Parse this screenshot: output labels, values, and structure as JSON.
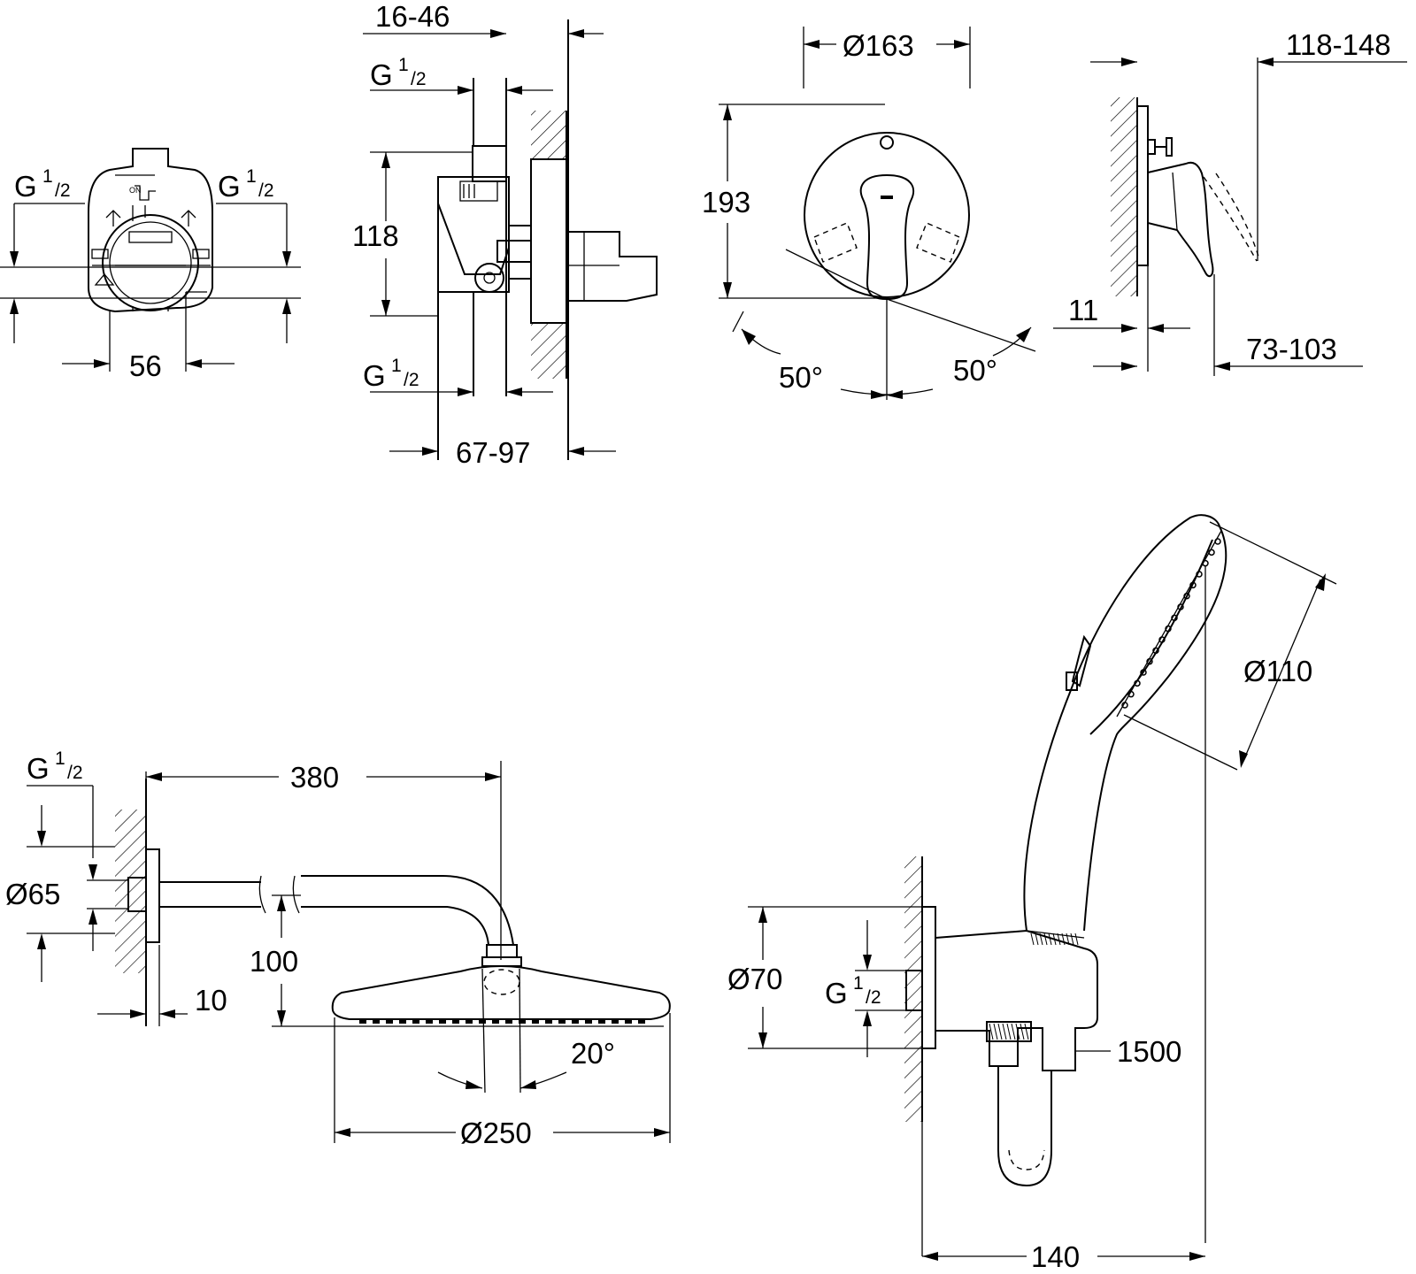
{
  "thread": {
    "g": "G",
    "one": "1",
    "slash_two": "/2"
  },
  "valve_front": {
    "width": "56"
  },
  "valve_side": {
    "wall_depth": "16-46",
    "height": "118",
    "install_depth": "67-97"
  },
  "plate": {
    "diameter": "Ø163",
    "height": "193",
    "angle_left": "50°",
    "angle_right": "50°"
  },
  "plate_side": {
    "projection": "118-148",
    "plate_thickness": "11",
    "lever_depth": "73-103"
  },
  "head_shower": {
    "arm_length": "380",
    "flange_dia": "Ø65",
    "drop": "100",
    "flange_thickness": "10",
    "head_dia": "Ø250",
    "tilt": "20°"
  },
  "hand_shower": {
    "head_dia": "Ø110",
    "outlet_dia": "Ø70",
    "hose_length": "1500",
    "outlet_depth": "140"
  }
}
